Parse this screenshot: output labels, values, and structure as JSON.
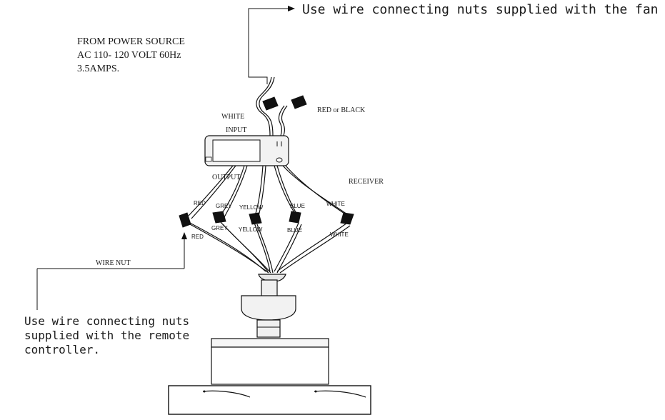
{
  "callouts": {
    "top": "Use wire connecting nuts supplied with the fan",
    "bottom_line1": "Use wire connecting nuts",
    "bottom_line2": "supplied with the remote",
    "bottom_line3": "controller."
  },
  "power_source": {
    "line1": "FROM POWER SOURCE",
    "line2": "AC 110- 120 VOLT 60Hz",
    "line3": "3.5AMPS."
  },
  "labels": {
    "white_in": "WHITE",
    "red_or_black": "RED or BLACK",
    "input": "INPUT",
    "output": "OUTPUT",
    "receiver": "RECEIVER",
    "wire_nut": "WIRE NUT"
  },
  "wire_labels": {
    "red_top": "RED",
    "red_bottom": "RED",
    "grey_top": "GREY",
    "grey_bottom": "GREY",
    "yellow_top": "YELLOW",
    "yellow_bottom": "YELLOW",
    "blue_top": "BLUE",
    "blue_bottom": "BLUE",
    "white_top": "WHITE",
    "white_bottom": "WHITE"
  }
}
